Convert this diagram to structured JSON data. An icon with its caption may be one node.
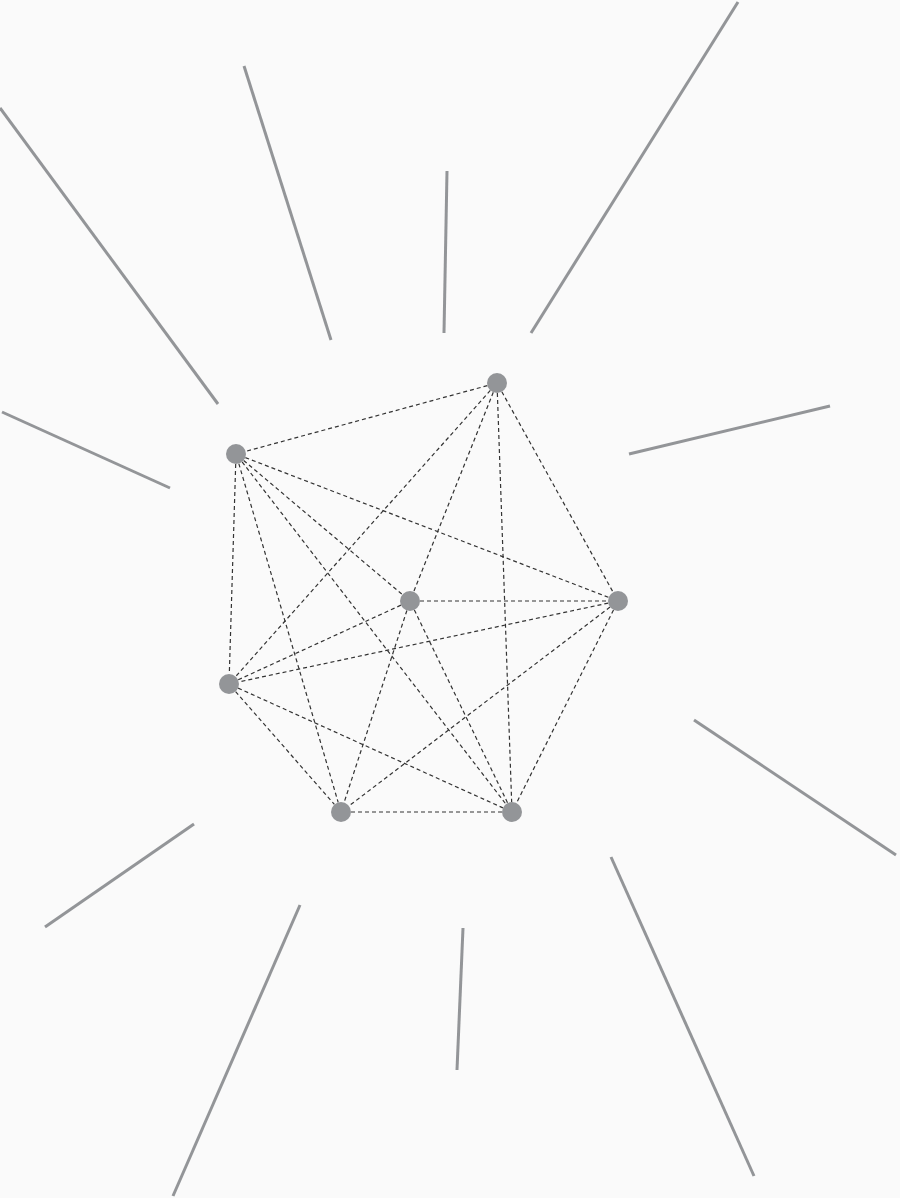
{
  "diagram": {
    "nodes": [
      {
        "text": [],
        "shape": "circle"
      },
      {
        "text": [],
        "shape": "circle"
      },
      {
        "text": [],
        "shape": "circle"
      },
      {
        "text": [],
        "shape": "circle"
      },
      {
        "text": [],
        "shape": "circle"
      },
      {
        "text": [],
        "shape": "circle"
      },
      {
        "text": [],
        "shape": "circle"
      }
    ],
    "edges": [
      {
        "from": 0,
        "to": 1,
        "arrow": "none",
        "style": "dashed"
      },
      {
        "from": 0,
        "to": 2,
        "arrow": "none",
        "style": "dashed"
      },
      {
        "from": 0,
        "to": 3,
        "arrow": "none",
        "style": "dashed"
      },
      {
        "from": 0,
        "to": 4,
        "arrow": "none",
        "style": "dashed"
      },
      {
        "from": 0,
        "to": 6,
        "arrow": "none",
        "style": "dashed"
      },
      {
        "from": 1,
        "to": 2,
        "arrow": "none",
        "style": "dashed"
      },
      {
        "from": 1,
        "to": 3,
        "arrow": "none",
        "style": "dashed"
      },
      {
        "from": 1,
        "to": 4,
        "arrow": "none",
        "style": "dashed"
      },
      {
        "from": 1,
        "to": 5,
        "arrow": "none",
        "style": "dashed"
      },
      {
        "from": 1,
        "to": 6,
        "arrow": "none",
        "style": "dashed"
      },
      {
        "from": 2,
        "to": 3,
        "arrow": "none",
        "style": "dashed"
      },
      {
        "from": 2,
        "to": 4,
        "arrow": "none",
        "style": "dashed"
      },
      {
        "from": 2,
        "to": 5,
        "arrow": "none",
        "style": "dashed"
      },
      {
        "from": 2,
        "to": 6,
        "arrow": "none",
        "style": "dashed"
      },
      {
        "from": 3,
        "to": 4,
        "arrow": "none",
        "style": "dashed"
      },
      {
        "from": 3,
        "to": 5,
        "arrow": "none",
        "style": "dashed"
      },
      {
        "from": 3,
        "to": 6,
        "arrow": "none",
        "style": "dashed"
      },
      {
        "from": 4,
        "to": 5,
        "arrow": "none",
        "style": "dashed"
      },
      {
        "from": 4,
        "to": 6,
        "arrow": "none",
        "style": "dashed"
      },
      {
        "from": 5,
        "to": 6,
        "arrow": "none",
        "style": "dashed"
      }
    ]
  }
}
